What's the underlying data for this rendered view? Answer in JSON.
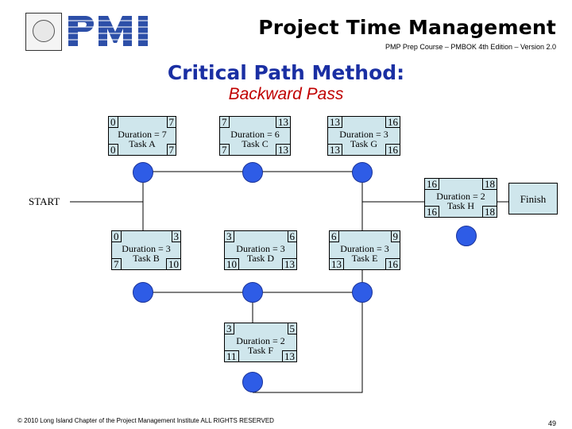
{
  "header": {
    "title": "Project Time Management",
    "subtitle": "PMP Prep Course – PMBOK 4th Edition – Version 2.0"
  },
  "heading": "Critical Path Method:",
  "subheading": "Backward Pass",
  "start_label": "START",
  "finish_label": "Finish",
  "nodes": {
    "a": {
      "es": "0",
      "ef": "7",
      "ls": "0",
      "lf": "7",
      "duration": "Duration = 7",
      "task": "Task A"
    },
    "c": {
      "es": "7",
      "ef": "13",
      "ls": "7",
      "lf": "13",
      "duration": "Duration = 6",
      "task": "Task C"
    },
    "g": {
      "es": "13",
      "ef": "16",
      "ls": "13",
      "lf": "16",
      "duration": "Duration = 3",
      "task": "Task G"
    },
    "h": {
      "es": "16",
      "ef": "18",
      "ls": "16",
      "lf": "18",
      "duration": "Duration = 2",
      "task": "Task H"
    },
    "b": {
      "es": "0",
      "ef": "3",
      "ls": "7",
      "lf": "10",
      "duration": "Duration = 3",
      "task": "Task B"
    },
    "d": {
      "es": "3",
      "ef": "6",
      "ls": "10",
      "lf": "13",
      "duration": "Duration = 3",
      "task": "Task D"
    },
    "e": {
      "es": "6",
      "ef": "9",
      "ls": "13",
      "lf": "16",
      "duration": "Duration = 3",
      "task": "Task E"
    },
    "f": {
      "es": "3",
      "ef": "5",
      "ls": "11",
      "lf": "13",
      "duration": "Duration = 2",
      "task": "Task F"
    }
  },
  "footer": "© 2010 Long Island Chapter of the Project Management Institute ALL RIGHTS RESERVED",
  "page_number": "49",
  "colors": {
    "node_fill": "#cfe6ec",
    "circle_fill": "#2e5ce6",
    "heading": "#1a2fa3",
    "subheading": "#c00000"
  }
}
